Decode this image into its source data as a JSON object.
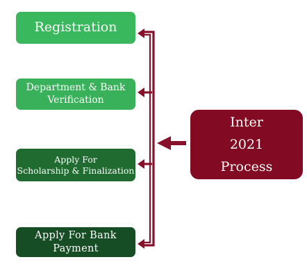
{
  "steps": [
    {
      "lines": [
        "Registration"
      ],
      "color": "#3ab85d"
    },
    {
      "lines": [
        "Department & Bank",
        "Verification"
      ],
      "color": "#39b15b"
    },
    {
      "lines": [
        "Apply For",
        "Scholarship & Finalization"
      ],
      "color": "#1f6b30"
    },
    {
      "lines": [
        "Apply For Bank",
        "Payment"
      ],
      "color": "#174d25"
    }
  ],
  "process": {
    "lines": [
      "Inter",
      "2021",
      "Process"
    ],
    "color": "#820a22",
    "connector_color": "#87102b"
  }
}
